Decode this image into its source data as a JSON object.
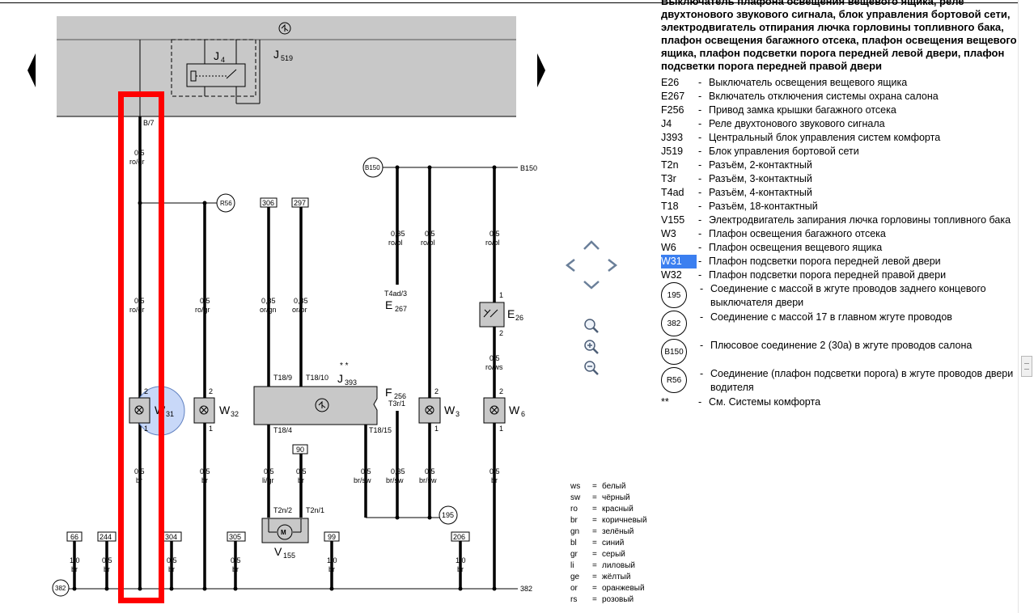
{
  "diagram": {
    "connectors": {
      "j519": "J",
      "j519_sub": "519",
      "j4": "J",
      "j4_sub": "4",
      "j393": "J",
      "j393_sub": "393",
      "j393_mark": "* *",
      "f256": "F",
      "f256_sub": "256",
      "f256_pin": "T3r/1",
      "e267": "E",
      "e267_sub": "267",
      "e267_pin": "T4ad/3",
      "e26": "E",
      "e26_sub": "26",
      "v155": "V",
      "v155_sub": "155",
      "w31": "W",
      "w31_sub": "31",
      "w32": "W",
      "w32_sub": "32",
      "w3": "W",
      "w3_sub": "3",
      "w6": "W",
      "w6_sub": "6"
    },
    "wire_labels": {
      "b7": "B/7",
      "w05": "0,5",
      "w035": "0,35",
      "w10": "1,0",
      "rogr": "ro/gr",
      "robl": "ro/bl",
      "orgn": "or/gn",
      "orbr": "or/br",
      "rows": "ro/ws",
      "br": "br",
      "ligr": "li/gr",
      "brsw": "br/sw"
    },
    "pins": {
      "t18_9": "T18/9",
      "t18_10": "T18/10",
      "t18_4": "T18/4",
      "t18_15": "T18/15",
      "t2n_2": "T2n/2",
      "t2n_1": "T2n/1",
      "p1": "1",
      "p2": "2"
    },
    "refs": {
      "r306": "306",
      "r297": "297",
      "r90": "90",
      "r66": "66",
      "r244": "244",
      "r304": "304",
      "r305": "305",
      "r99": "99",
      "r206": "206"
    },
    "nodes": {
      "r56": "R56",
      "b150": "B150",
      "n195": "195",
      "n382": "382"
    },
    "end_labels": {
      "b150": "B150",
      "n382": "382"
    },
    "colors": {
      "component": "#c8c8c8",
      "highlight_box": "#ff0000",
      "w31_highlight": "#c8d8f8",
      "wire": "#000000"
    }
  },
  "legend": {
    "title": "Выключатель плафона освещения вещевого ящика, реле двухтонового звукового сигнала, блок управления бортовой сети, электродвигатель отпирания лючка горловины топливного бака, плафон освещения багажного отсека, плафон освещения вещевого ящика, плафон подсветки порога передней левой двери, плафон подсветки порога передней правой двери",
    "items": [
      {
        "code": "E26",
        "text": "Выключатель освещения вещевого ящика"
      },
      {
        "code": "E267",
        "text": "Включатель отключения системы охрана салона"
      },
      {
        "code": "F256",
        "text": "Привод замка крышки багажного отсека"
      },
      {
        "code": "J4",
        "text": "Реле двухтонового звукового сигнала"
      },
      {
        "code": "J393",
        "text": "Центральный блок управления систем комфорта"
      },
      {
        "code": "J519",
        "text": "Блок управления бортовой сети"
      },
      {
        "code": "T2n",
        "text": "Разъём, 2-контактный"
      },
      {
        "code": "T3r",
        "text": "Разъём, 3-контактный"
      },
      {
        "code": "T4ad",
        "text": "Разъём, 4-контактный"
      },
      {
        "code": "T18",
        "text": "Разъём, 18-контактный"
      },
      {
        "code": "V155",
        "text": "Электродвигатель запирания лючка горловины топливного бака"
      },
      {
        "code": "W3",
        "text": "Плафон освещения багажного отсека"
      },
      {
        "code": "W6",
        "text": "Плафон освещения вещевого ящика"
      },
      {
        "code": "W31",
        "text": "Плафон подсветки порога передней левой двери"
      },
      {
        "code": "W32",
        "text": "Плафон подсветки порога передней правой двери"
      }
    ],
    "circle_items": [
      {
        "code": "195",
        "text": "Соединение с массой в жгуте проводов заднего концевого выключателя двери"
      },
      {
        "code": "382",
        "text": "Соединение с массой 17 в главном жгуте проводов"
      },
      {
        "code": "B150",
        "text": "Плюсовое соединение 2 (30a) в жгуте проводов салона"
      },
      {
        "code": "R56",
        "text": "Соединение (плафон подсветки порога) в жгуте проводов двери водителя"
      }
    ],
    "footnote": {
      "code": "**",
      "text": "См. Системы комфорта"
    }
  },
  "color_codes": [
    {
      "code": "ws",
      "name": "белый"
    },
    {
      "code": "sw",
      "name": "чёрный"
    },
    {
      "code": "ro",
      "name": "красный"
    },
    {
      "code": "br",
      "name": "коричневый"
    },
    {
      "code": "gn",
      "name": "зелёный"
    },
    {
      "code": "bl",
      "name": "синий"
    },
    {
      "code": "gr",
      "name": "серый"
    },
    {
      "code": "li",
      "name": "лиловый"
    },
    {
      "code": "ge",
      "name": "жёлтый"
    },
    {
      "code": "or",
      "name": "оранжевый"
    },
    {
      "code": "rs",
      "name": "розовый"
    }
  ],
  "sep": "-",
  "eq": "="
}
